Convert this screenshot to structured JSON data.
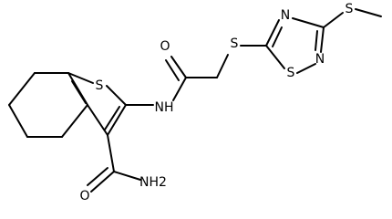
{
  "atoms": {
    "s_ring_left": "S",
    "nh": "NH",
    "o_amide_top": "O",
    "s_linker": "S",
    "n_top": "N",
    "n_right": "N",
    "s_ring_right": "S",
    "s_methyl": "S",
    "o_amide_bottom": "O",
    "nh2": "NH2"
  },
  "colors": {
    "bond": "#000000",
    "label": "#000000",
    "background": "#ffffff"
  }
}
